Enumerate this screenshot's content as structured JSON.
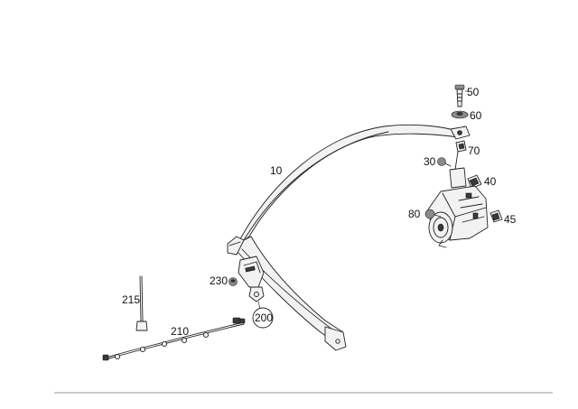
{
  "callouts": {
    "belt": "10",
    "bolt": "50",
    "washer": "60",
    "height_adjuster": "70",
    "screw_upper": "30",
    "clip": "40",
    "screw_retractor": "80",
    "connector": "45",
    "buckle": "200",
    "wiring_harness": "210",
    "cable_tie": "215",
    "buckle_screw": "230"
  }
}
